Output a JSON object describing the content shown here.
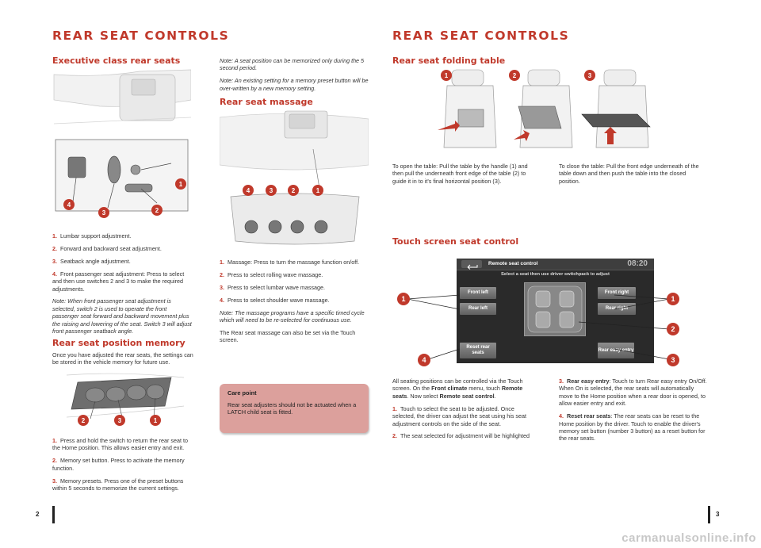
{
  "titles": {
    "left": "REAR SEAT CONTROLS",
    "right": "REAR SEAT CONTROLS"
  },
  "sections": {
    "exec": "Executive class rear seats",
    "memory": "Rear seat position memory",
    "massage": "Rear seat massage",
    "folding": "Rear seat folding table",
    "touch": "Touch screen seat control"
  },
  "exec_items": [
    {
      "n": "1.",
      "text": "Lumbar support adjustment."
    },
    {
      "n": "2.",
      "text": "Forward and backward seat adjustment."
    },
    {
      "n": "3.",
      "text": "Seatback angle adjustment."
    },
    {
      "n": "4.",
      "text": "Front passenger seat adjustment: Press to select and then use switches 2 and 3 to make the required adjustments."
    }
  ],
  "exec_note": "Note: When front passenger seat adjustment is selected, switch 2 is used to operate the front passenger seat forward and backward movement plus the raising and lowering of the seat. Switch 3 will adjust front passenger seatback angle.",
  "memory_intro": "Once you have adjusted the rear seats, the settings can be stored in the vehicle memory for future use.",
  "memory_items": [
    {
      "n": "1.",
      "text": "Press and hold the switch to return the rear seat to the Home position. This allows easier entry and exit."
    },
    {
      "n": "2.",
      "text": "Memory set button. Press to activate the memory function."
    },
    {
      "n": "3.",
      "text": "Memory presets. Press one of the preset buttons within 5 seconds to memorize the current settings."
    }
  ],
  "notes_top": [
    "Note: A seat position can be memorized only during the 5 second period.",
    "Note: An existing setting for a memory preset button will be over-written by a new memory setting."
  ],
  "massage_items": [
    {
      "n": "1.",
      "text": "Massage: Press to turn the massage function on/off."
    },
    {
      "n": "2.",
      "text": "Press to select rolling wave massage."
    },
    {
      "n": "3.",
      "text": "Press to select lumbar wave massage."
    },
    {
      "n": "4.",
      "text": "Press to select shoulder wave massage."
    }
  ],
  "massage_note": "Note: The massage programs have a specific timed cycle which will need to be re-selected for continuous use.",
  "massage_extra": "The Rear seat massage can also be set via the Touch screen.",
  "care": {
    "title": "Care point",
    "text": "Rear seat adjusters should not be actuated when a LATCH child seat is fitted."
  },
  "folding_open": "To open the table: Pull the table by the handle (1) and then pull the underneath front edge of the table (2) to guide it in to it's final horizontal position (3).",
  "folding_close": "To close the table: Pull the front edge underneath of the table down and then push the table into the closed position.",
  "touchscreen": {
    "header": "Remote seat control",
    "time": "08:20",
    "instruction": "Select a seat then use driver switchpack to adjust",
    "front_left": "Front left",
    "rear_left": "Rear left",
    "front_right": "Front right",
    "rear_right": "Rear right",
    "reset": "Reset rear seats",
    "easy_entry": "Rear easy entry"
  },
  "touch_intro_parts": [
    "All seating positions can be controlled via the Touch screen. On the ",
    "Front climate",
    " menu, touch ",
    "Remote seats",
    ". Now select ",
    "Remote seat control",
    "."
  ],
  "touch_items": [
    {
      "n": "1.",
      "text": "Touch to select the seat to be adjusted. Once selected, the driver can adjust the seat using his seat adjustment controls on the side of the seat."
    },
    {
      "n": "2.",
      "text": "The seat selected for adjustment will be highlighted"
    }
  ],
  "touch_items_right": [
    {
      "n": "3.",
      "bold": "Rear easy entry",
      "text": ": Touch to turn Rear easy entry On/Off. When On is selected, the rear seats will automatically move to the Home position when a rear door is opened, to allow easier entry and exit."
    },
    {
      "n": "4.",
      "bold": "Reset rear seats",
      "text": ": The rear seats can be reset to the Home position by the driver. Touch to enable the driver's memory set button (number 3 button) as a reset button for the rear seats."
    }
  ],
  "callouts": {
    "exec": [
      "1",
      "2",
      "3",
      "4"
    ],
    "memory": [
      "2",
      "3",
      "1"
    ],
    "massage": [
      "4",
      "3",
      "2",
      "1"
    ],
    "folding": [
      "1",
      "2",
      "3"
    ],
    "touch": [
      "1",
      "1",
      "2",
      "3",
      "4"
    ]
  },
  "page_numbers": {
    "left": "2",
    "right": "3"
  },
  "watermark": "carmanualsonline.info",
  "colors": {
    "accent": "#c0392b",
    "care_bg": "#dca09c",
    "screen_bg": "#2a2a2a"
  }
}
